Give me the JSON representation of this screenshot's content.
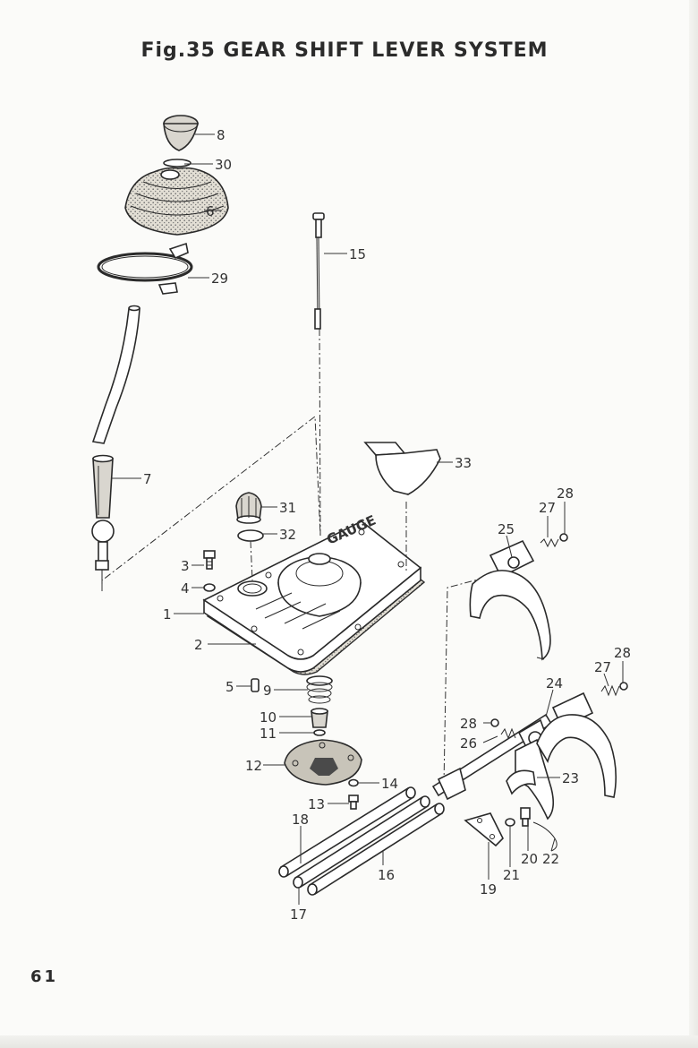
{
  "title": "Fig.35  GEAR SHIFT LEVER SYSTEM",
  "page_number": "61",
  "cover_stamp": "GAUGE",
  "callouts": {
    "p1": "1",
    "p2": "2",
    "p3": "3",
    "p4": "4",
    "p5": "5",
    "p6": "6",
    "p7": "7",
    "p8": "8",
    "p9": "9",
    "p10": "10",
    "p11": "11",
    "p12": "12",
    "p13": "13",
    "p14": "14",
    "p15": "15",
    "p16": "16",
    "p17": "17",
    "p18": "18",
    "p19": "19",
    "p20": "20",
    "p21": "21",
    "p22": "22",
    "p23": "23",
    "p24": "24",
    "p25": "25",
    "p26": "26",
    "p27a": "27",
    "p27b": "27",
    "p28a": "28",
    "p28b": "28",
    "p28c": "28",
    "p29": "29",
    "p30": "30",
    "p31": "31",
    "p32": "32",
    "p33": "33"
  }
}
